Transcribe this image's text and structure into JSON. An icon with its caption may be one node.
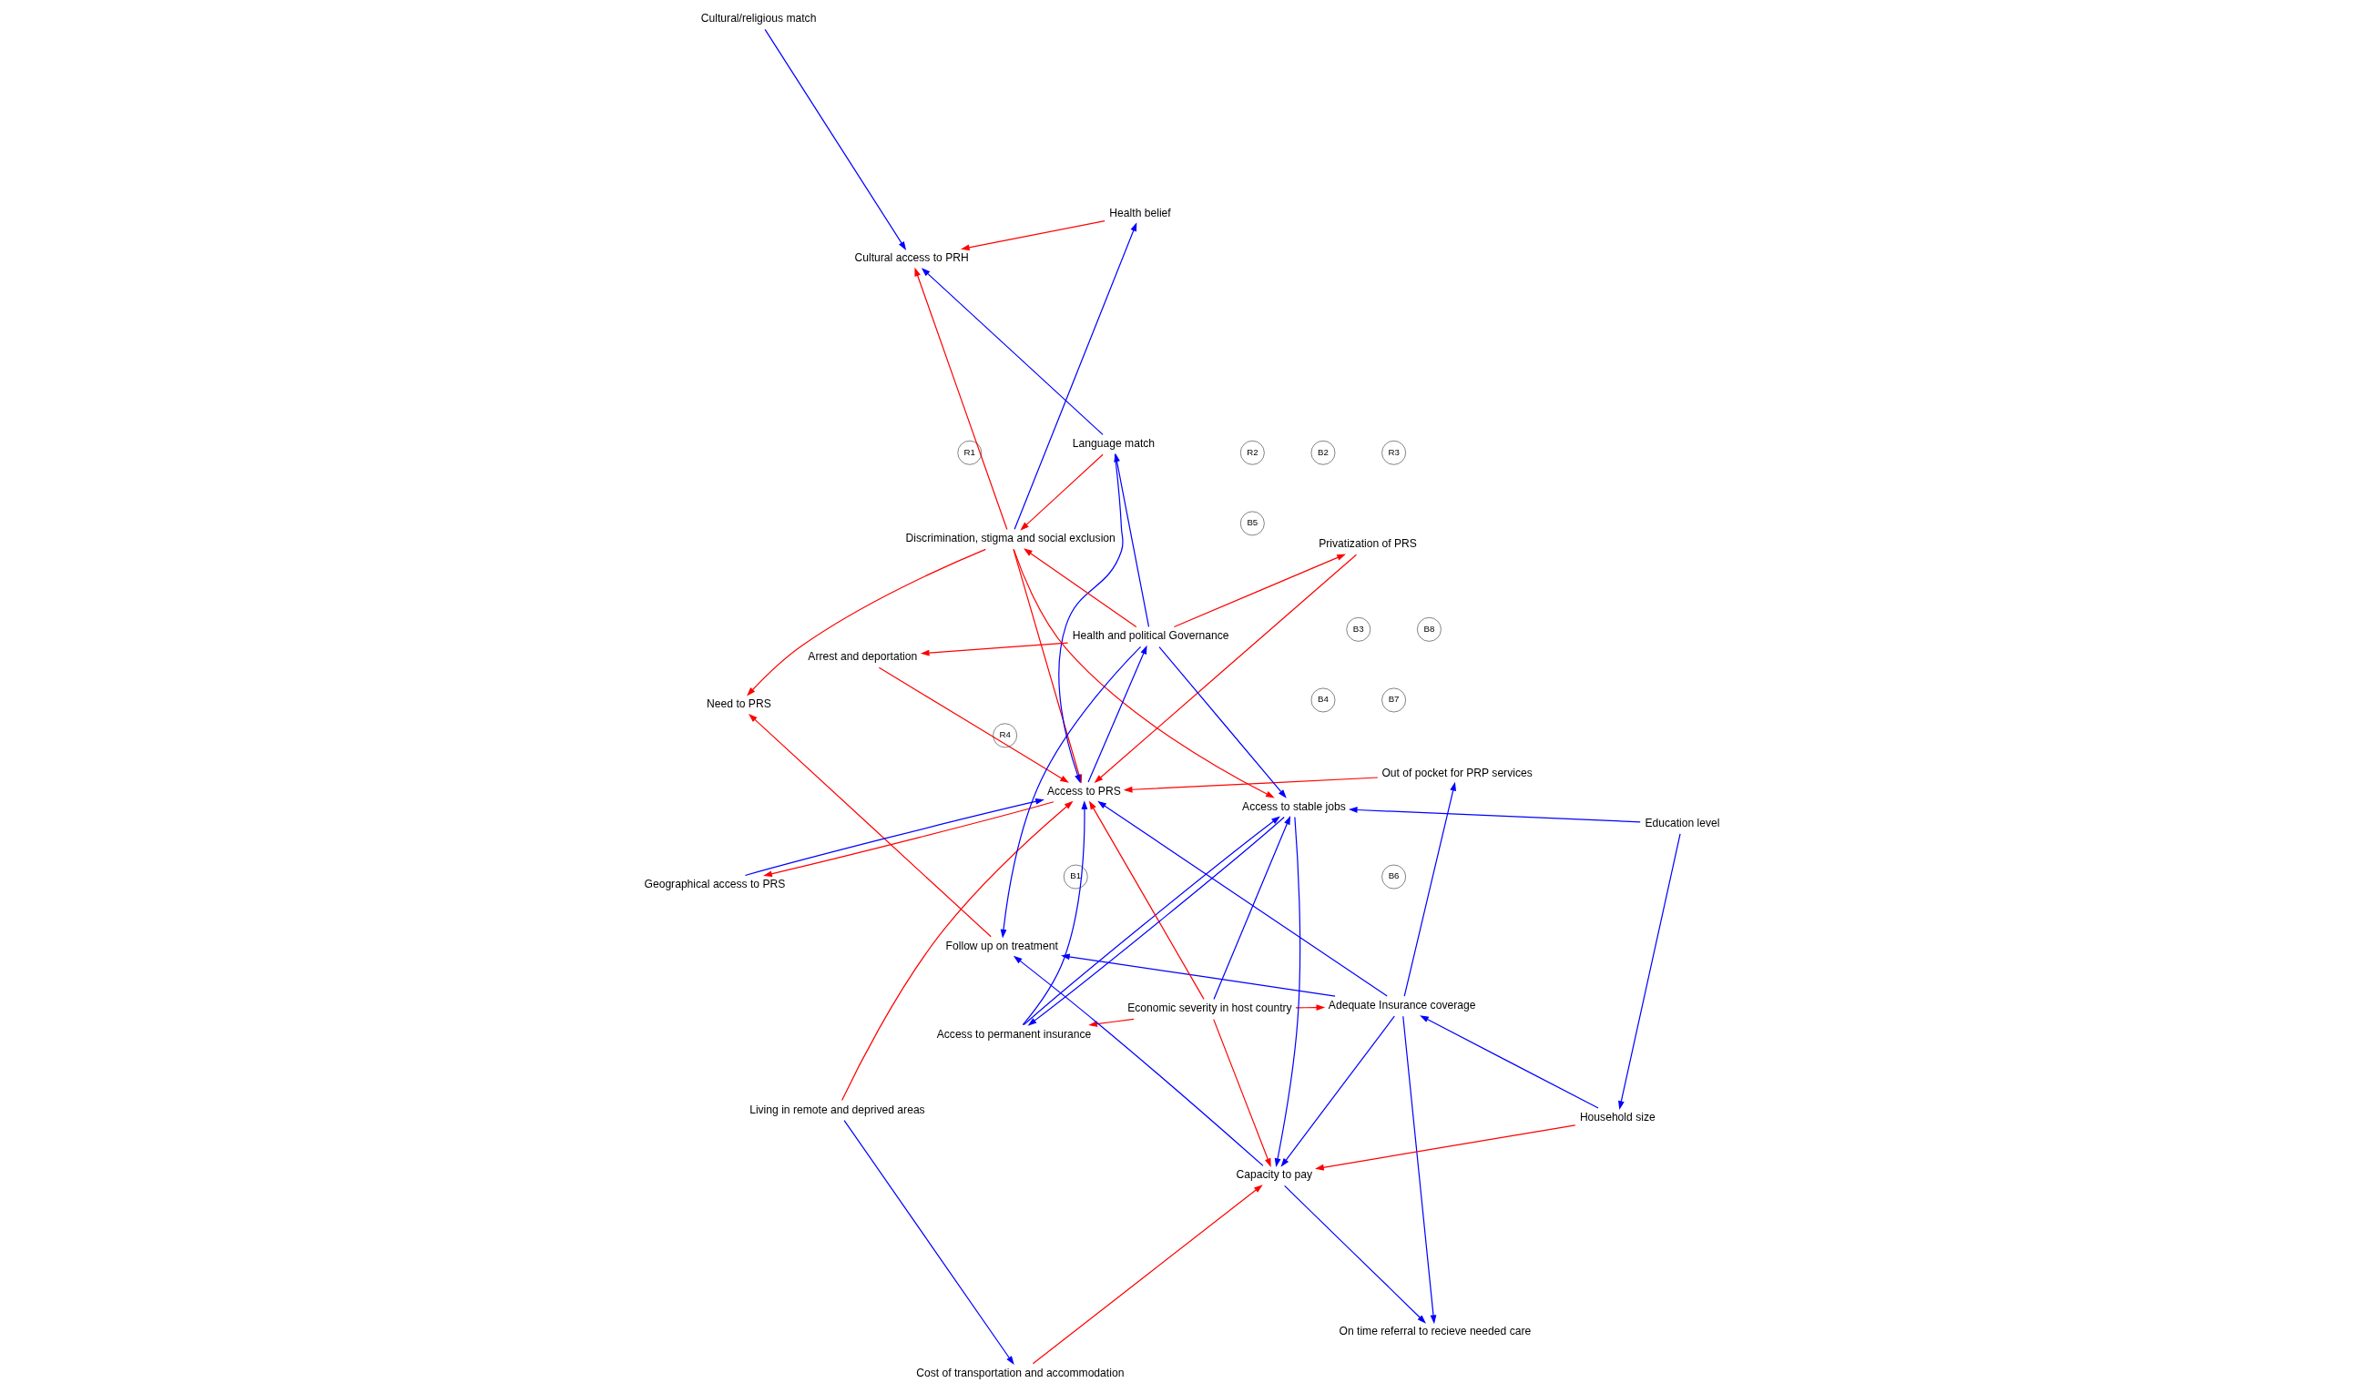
{
  "diagram": {
    "nodes": [
      {
        "text": [
          "Living in remote and deprived areas"
        ]
      },
      {
        "text": [
          "Out of pocket for PRP services"
        ]
      },
      {
        "text": [
          "Access to permanent insurance"
        ]
      },
      {
        "text": [
          "Cost of transportation and accommodation"
        ]
      },
      {
        "text": [
          "Privatization of PRS"
        ]
      },
      {
        "text": [
          "Discrimination, stigma and social exclusion"
        ]
      },
      {
        "text": [
          "On time referral to recieve needed care"
        ]
      },
      {
        "text": [
          "Adequate Insurance coverage"
        ]
      },
      {
        "text": [
          "Need to PRS"
        ]
      },
      {
        "text": [
          "Access to PRS"
        ]
      },
      {
        "text": [
          "Follow up on treatment"
        ]
      },
      {
        "text": [
          "Geographical access to PRS"
        ]
      },
      {
        "text": [
          "Language match"
        ]
      },
      {
        "text": [
          "Education level"
        ]
      },
      {
        "text": [
          "Household size"
        ]
      },
      {
        "text": [
          "Economic severity in host country"
        ]
      },
      {
        "text": [
          "Access to stable jobs"
        ]
      },
      {
        "text": [
          "Arrest and deportation"
        ]
      },
      {
        "text": [
          "Cultural/religious match"
        ]
      },
      {
        "text": [
          "Health and political Governance"
        ]
      },
      {
        "text": [
          "Capacity to pay"
        ]
      },
      {
        "text": [
          "Cultural access to PRH"
        ]
      },
      {
        "text": [
          "Health belief"
        ]
      }
    ],
    "edges": [
      {
        "from": 0,
        "to": 3,
        "arrow": "to"
      },
      {
        "from": 0,
        "to": 9,
        "arrow": "to",
        "color": "#ff0000"
      },
      {
        "from": 1,
        "to": 9,
        "arrow": "to",
        "color": "#ff0000"
      },
      {
        "from": 4,
        "to": 9,
        "arrow": "to",
        "color": "#ff0000"
      },
      {
        "from": 7,
        "to": 1,
        "arrow": "to"
      },
      {
        "from": 19,
        "to": 4,
        "arrow": "to",
        "color": "#ff0000"
      },
      {
        "from": 5,
        "to": 9,
        "arrow": "to",
        "color": "#ff0000"
      },
      {
        "from": 16,
        "to": 2,
        "arrow": "to"
      },
      {
        "from": 2,
        "to": 16,
        "arrow": "to"
      },
      {
        "from": 2,
        "to": 9,
        "arrow": "to"
      },
      {
        "from": 7,
        "to": 6,
        "arrow": "to"
      },
      {
        "from": 7,
        "to": 10,
        "arrow": "to"
      },
      {
        "from": 7,
        "to": 9,
        "arrow": "to"
      },
      {
        "from": 11,
        "to": 9,
        "arrow": "to"
      },
      {
        "from": 9,
        "to": 11,
        "arrow": "to",
        "color": "#ff0000"
      },
      {
        "from": 17,
        "to": 9,
        "arrow": "to",
        "color": "#ff0000"
      },
      {
        "from": 9,
        "to": 19,
        "arrow": "to"
      },
      {
        "from": 3,
        "to": 20,
        "arrow": "to",
        "color": "#ff0000"
      },
      {
        "from": 19,
        "to": 17,
        "arrow": "to",
        "color": "#ff0000"
      },
      {
        "from": 19,
        "to": 16,
        "arrow": "to"
      },
      {
        "from": 13,
        "to": 14,
        "arrow": "to"
      },
      {
        "from": 13,
        "to": 16,
        "arrow": "to"
      },
      {
        "from": 16,
        "to": 20,
        "arrow": "to"
      },
      {
        "from": 14,
        "to": 20,
        "arrow": "to",
        "color": "#ff0000"
      },
      {
        "from": 14,
        "to": 7,
        "arrow": "to"
      },
      {
        "from": 7,
        "to": 20,
        "arrow": "to"
      },
      {
        "from": 20,
        "to": 6,
        "arrow": "to"
      },
      {
        "from": 20,
        "to": 10,
        "arrow": "to"
      },
      {
        "from": 19,
        "to": 10,
        "arrow": "to"
      },
      {
        "from": 19,
        "to": 5,
        "arrow": "to",
        "color": "#ff0000"
      },
      {
        "from": 5,
        "to": 16,
        "arrow": "to",
        "color": "#ff0000"
      },
      {
        "from": 12,
        "to": 9,
        "arrow": "to"
      },
      {
        "from": 15,
        "to": 9,
        "arrow": "to",
        "color": "#ff0000"
      },
      {
        "from": 15,
        "to": 7,
        "arrow": "to",
        "color": "#ff0000"
      },
      {
        "from": 15,
        "to": 16,
        "arrow": "to"
      },
      {
        "from": 15,
        "to": 20,
        "arrow": "to",
        "color": "#ff0000"
      },
      {
        "from": 15,
        "to": 2,
        "arrow": "to",
        "color": "#ff0000"
      },
      {
        "from": 5,
        "to": 8,
        "arrow": "to",
        "color": "#ff0000"
      },
      {
        "from": 12,
        "to": 5,
        "arrow": "to",
        "color": "#ff0000"
      },
      {
        "from": 5,
        "to": 21,
        "arrow": "to",
        "color": "#ff0000"
      },
      {
        "from": 10,
        "to": 8,
        "arrow": "to",
        "color": "#ff0000"
      },
      {
        "from": 5,
        "to": 22,
        "arrow": "to"
      },
      {
        "from": 22,
        "to": 21,
        "arrow": "to",
        "color": "#ff0000"
      },
      {
        "from": 18,
        "to": 21,
        "arrow": "to"
      },
      {
        "from": 12,
        "to": 21,
        "arrow": "to"
      },
      {
        "from": 19,
        "to": 12,
        "arrow": "to"
      }
    ],
    "labels": [
      "B4",
      "B5",
      "B3",
      "R4",
      "B6",
      "B7",
      "R3",
      "B2",
      "R2",
      "R1",
      "B1",
      "B8"
    ]
  }
}
